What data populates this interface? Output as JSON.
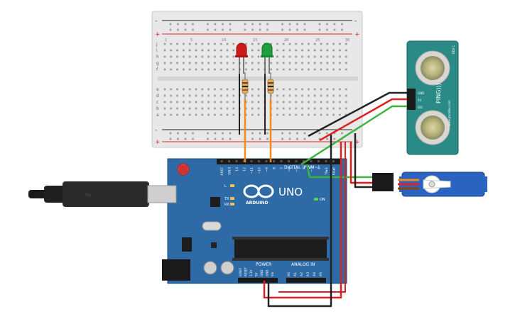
{
  "breadboard": {
    "rows_top": [
      "j",
      "i",
      "h",
      "g",
      "f"
    ],
    "rows_bottom": [
      "e",
      "d",
      "c",
      "b",
      "a"
    ],
    "columns": [
      "1",
      "5",
      "10",
      "15",
      "20",
      "25",
      "30"
    ],
    "rail_minus": "-",
    "rail_plus": "+"
  },
  "arduino": {
    "logo_text": "UNO",
    "brand": "ARDUINO",
    "digital_label": "DIGITAL (PWM~)",
    "header_labels": [
      "AREF",
      "GND",
      "13",
      "12",
      "~11",
      "~10",
      "~9",
      "8",
      "7",
      "~6",
      "~5",
      "4",
      "~3",
      "2",
      "TX▸1",
      "RX◂0"
    ],
    "leds": [
      "L",
      "TX",
      "RX"
    ],
    "on_label": "ON",
    "power_label": "POWER",
    "analog_label": "ANALOG IN",
    "power_pins": [
      "IOREF",
      "RESET",
      "3.3V",
      "5V",
      "GND",
      "GND",
      "Vin"
    ],
    "analog_pins": [
      "A0",
      "A1",
      "A2",
      "A3",
      "A4",
      "A5"
    ]
  },
  "sensor": {
    "name": "PING)))",
    "brand": "www.parallax.com",
    "pins": [
      "GND",
      "5V",
      "SIG"
    ],
    "side_text": "REV C"
  },
  "colors": {
    "board_blue": "#2d6aa6",
    "wire_red": "#e02020",
    "wire_black": "#222222",
    "wire_green": "#3cb43c",
    "wire_orange": "#f08c1e",
    "led_red": "#d01a1a",
    "led_green": "#1ea040",
    "servo_blue": "#2b63c0"
  },
  "icons": [
    "usb-cable-icon",
    "arduino-logo-icon",
    "red-led-icon",
    "green-led-icon",
    "resistor-icon",
    "ultrasonic-sensor-icon",
    "servo-motor-icon"
  ]
}
